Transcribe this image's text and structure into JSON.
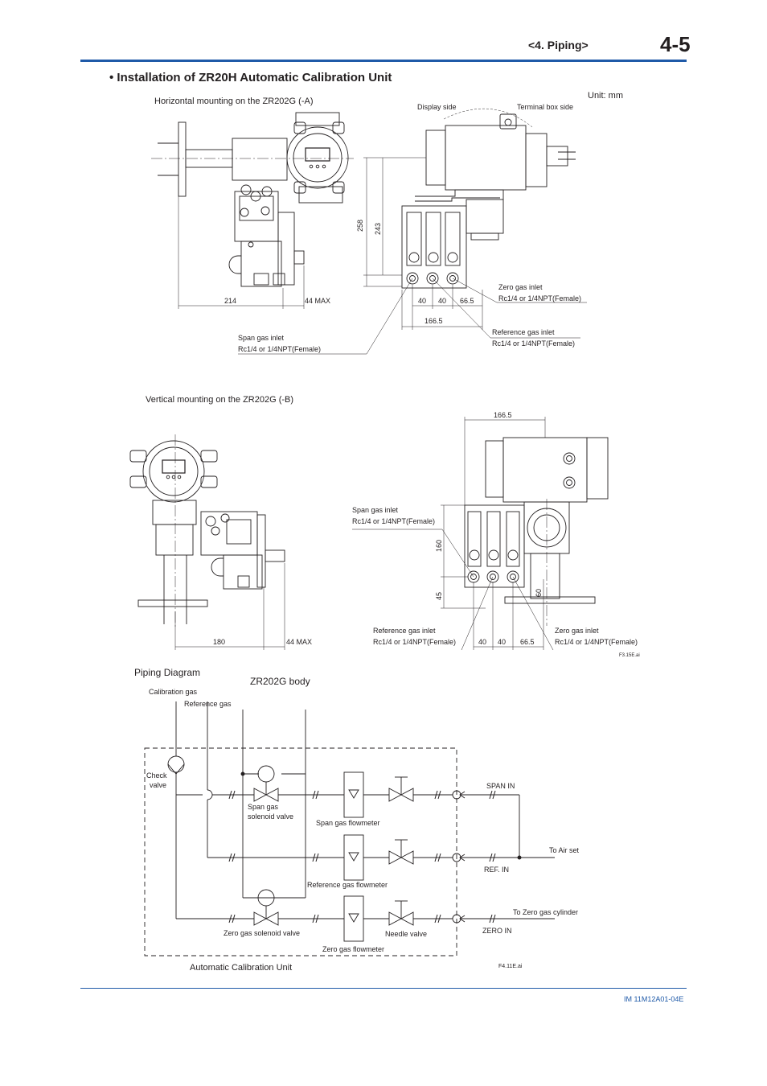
{
  "header": {
    "section": "<4. Piping>",
    "page": "4-5"
  },
  "title": "• Installation of ZR20H Automatic Calibration Unit",
  "fig1": {
    "unit": "Unit: mm",
    "subtitle": "Horizontal mounting on the ZR202G (-A)",
    "display_side": "Display side",
    "terminal_side": "Terminal box side",
    "dim_214": "214",
    "dim_44max": "44  MAX",
    "dim_258": "258",
    "dim_243": "243",
    "dim_40a": "40",
    "dim_40b": "40",
    "dim_665": "66.5",
    "dim_1665": "166.5",
    "zero_inlet": "Zero gas inlet",
    "zero_inlet_spec": "Rc1/4 or 1/4NPT(Female)",
    "ref_inlet": "Reference gas inlet",
    "ref_inlet_spec": "Rc1/4 or 1/4NPT(Female)",
    "span_inlet": "Span gas inlet",
    "span_inlet_spec": "Rc1/4 or 1/4NPT(Female)"
  },
  "fig2": {
    "subtitle": "Vertical mounting on the ZR202G (-B)",
    "dim_1665": "166.5",
    "dim_180": "180",
    "dim_44max": "44  MAX",
    "dim_160": "160",
    "dim_45": "45",
    "dim_60": "60",
    "dim_40a": "40",
    "dim_40b": "40",
    "dim_665": "66.5",
    "span_inlet": "Span gas inlet",
    "span_inlet_spec": "Rc1/4 or 1/4NPT(Female)",
    "ref_inlet": "Reference gas inlet",
    "ref_inlet_spec": "Rc1/4 or 1/4NPT(Female)",
    "zero_inlet": "Zero gas inlet",
    "zero_inlet_spec": "Rc1/4 or 1/4NPT(Female)",
    "file_id": "F3.15E.ai"
  },
  "piping": {
    "title": "Piping Diagram",
    "body_label": "ZR202G body",
    "calibration_gas": "Calibration gas",
    "reference_gas": "Reference gas",
    "check_valve_1": "Check",
    "check_valve_2": "valve",
    "span_solenoid_1": "Span gas",
    "span_solenoid_2": "solenoid valve",
    "span_flowmeter": "Span gas flowmeter",
    "ref_flowmeter": "Reference gas flowmeter",
    "zero_solenoid": "Zero gas solenoid valve",
    "needle_valve": "Needle valve",
    "zero_flowmeter": "Zero gas flowmeter",
    "span_in": "SPAN IN",
    "ref_in": "REF. IN",
    "zero_in": "ZERO IN",
    "to_air_set": "To Air set",
    "to_zero_cyl": "To Zero gas cylinder",
    "unit_label": "Automatic Calibration Unit",
    "file_id": "F4.11E.ai"
  },
  "footer": {
    "doc_id": "IM 11M12A01-04E"
  }
}
